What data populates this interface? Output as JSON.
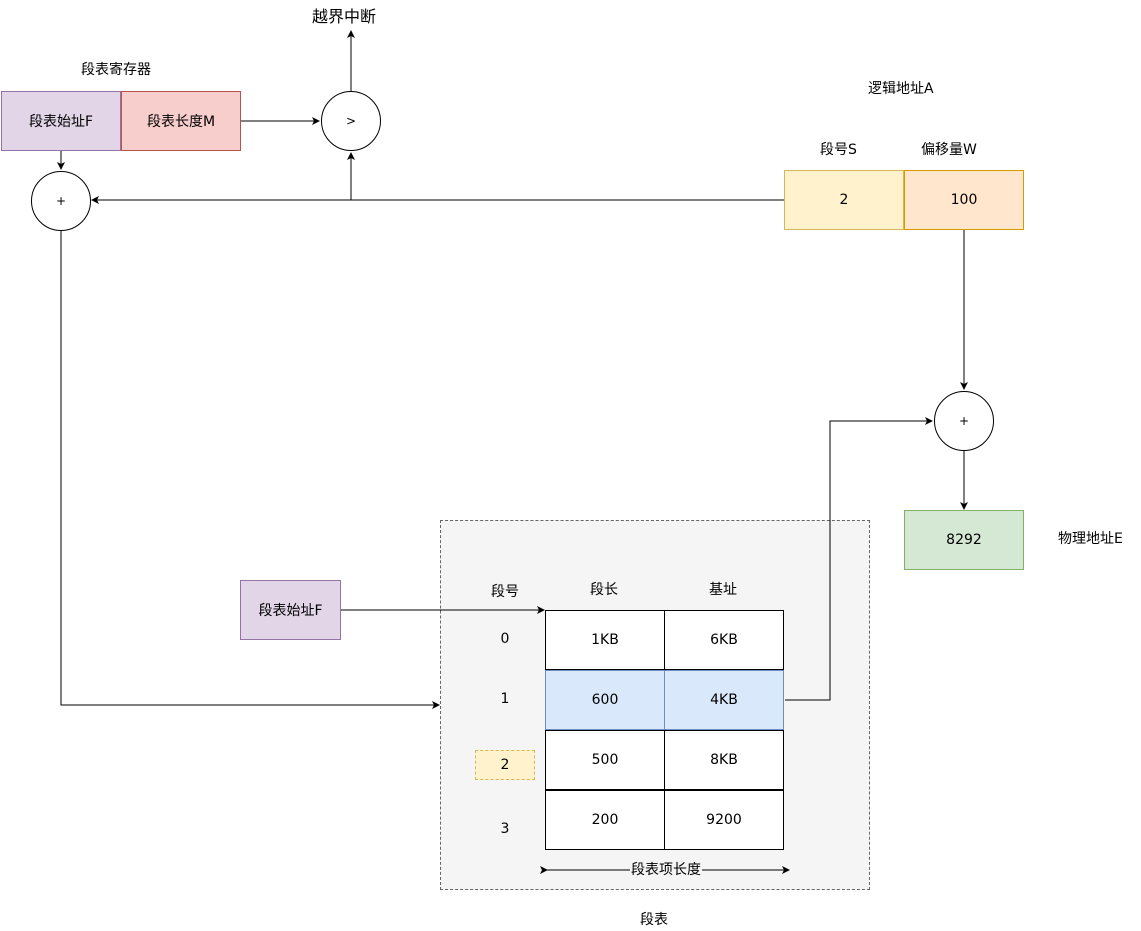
{
  "register": {
    "title": "段表寄存器",
    "start_label": "段表始址F",
    "length_label": "段表长度M"
  },
  "compare": {
    "symbol": ">",
    "overflow_label": "越界中断"
  },
  "adder_top": {
    "symbol": "+"
  },
  "adder_right": {
    "symbol": "+"
  },
  "logical_address": {
    "title": "逻辑地址A",
    "segment_label": "段号S",
    "offset_label": "偏移量W",
    "segment_value": "2",
    "offset_value": "100"
  },
  "physical_address": {
    "value": "8292",
    "label": "物理地址E"
  },
  "segment_table": {
    "caption": "段表",
    "start_box_label": "段表始址F",
    "headers": {
      "number": "段号",
      "length": "段长",
      "base": "基址"
    },
    "rows": [
      {
        "number": "0",
        "length": "1KB",
        "base": "6KB"
      },
      {
        "number": "1",
        "length": "600",
        "base": "4KB"
      },
      {
        "number": "2",
        "length": "500",
        "base": "8KB"
      },
      {
        "number": "3",
        "length": "200",
        "base": "9200"
      }
    ],
    "entry_length_label": "段表项长度"
  },
  "colors": {
    "purple_fill": "#e1d5e7",
    "purple_stroke": "#9673a6",
    "red_fill": "#f8cecc",
    "red_stroke": "#b85450",
    "yellow_fill": "#fff2cc",
    "yellow_stroke": "#d6b656",
    "orange_fill": "#ffe6cc",
    "orange_stroke": "#d79b00",
    "green_fill": "#d5e8d4",
    "green_stroke": "#82b366",
    "blue_fill": "#dae8fc",
    "blue_stroke": "#6c8ebf"
  }
}
